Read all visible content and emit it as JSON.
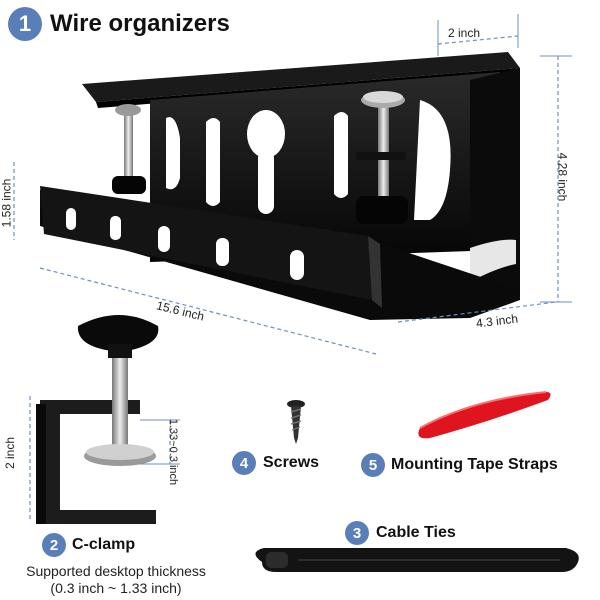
{
  "title": {
    "number": "1",
    "text": "Wire organizers"
  },
  "dimensions": {
    "width_top": "2 inch",
    "height_right": "4.28 inch",
    "height_left": "1.58 inch",
    "length_bottom": "15.6 inch",
    "depth_bottom": "4.3 inch",
    "clamp_height": "2 inch",
    "clamp_range": "1.33~0.3 inch"
  },
  "parts": [
    {
      "number": "2",
      "label": "C-clamp"
    },
    {
      "number": "3",
      "label": "Cable Ties"
    },
    {
      "number": "4",
      "label": "Screws"
    },
    {
      "number": "5",
      "label": "Mounting Tape Straps"
    }
  ],
  "clamp_note": {
    "line1": "Supported desktop thickness",
    "line2": "(0.3 inch ~ 1.33 inch)"
  },
  "colors": {
    "badge": "#5a7fb8",
    "metal": "#111111",
    "tape": "#e0141e",
    "dim_line": "#6f8fbf"
  }
}
